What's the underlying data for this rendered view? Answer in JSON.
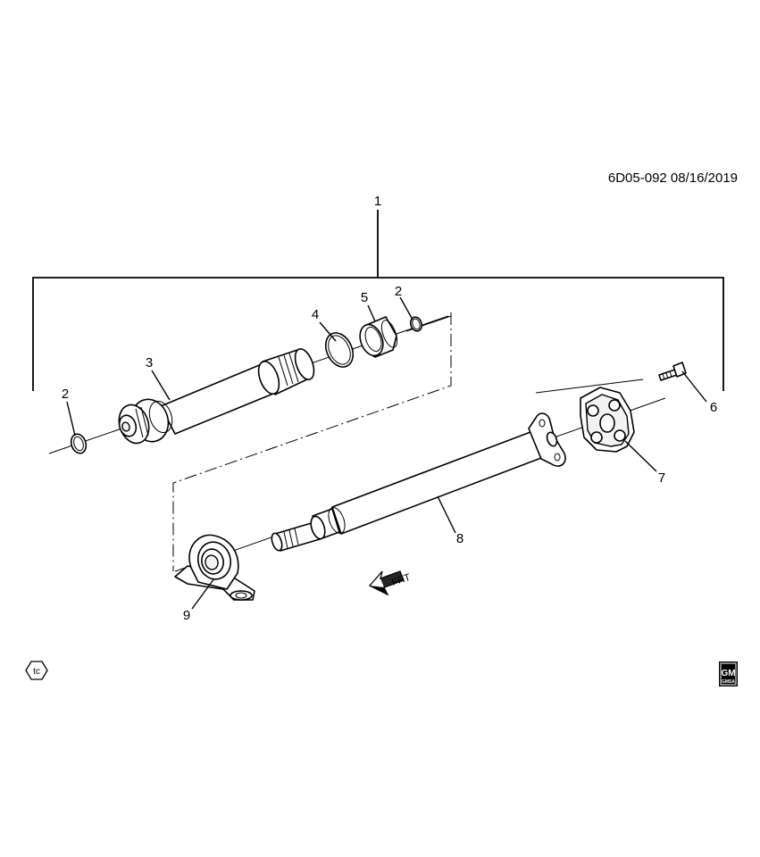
{
  "drawing_code": "6D05-092  08/16/2019",
  "callouts": {
    "c1": "1",
    "c2_right": "2",
    "c2_left": "2",
    "c3": "3",
    "c4": "4",
    "c5": "5",
    "c6": "6",
    "c7": "7",
    "c8": "8",
    "c9": "9"
  },
  "front_arrow_label": "FRT",
  "tc_symbol": "tc",
  "gm_logo": {
    "top": "GM",
    "bottom": "GMSA"
  }
}
